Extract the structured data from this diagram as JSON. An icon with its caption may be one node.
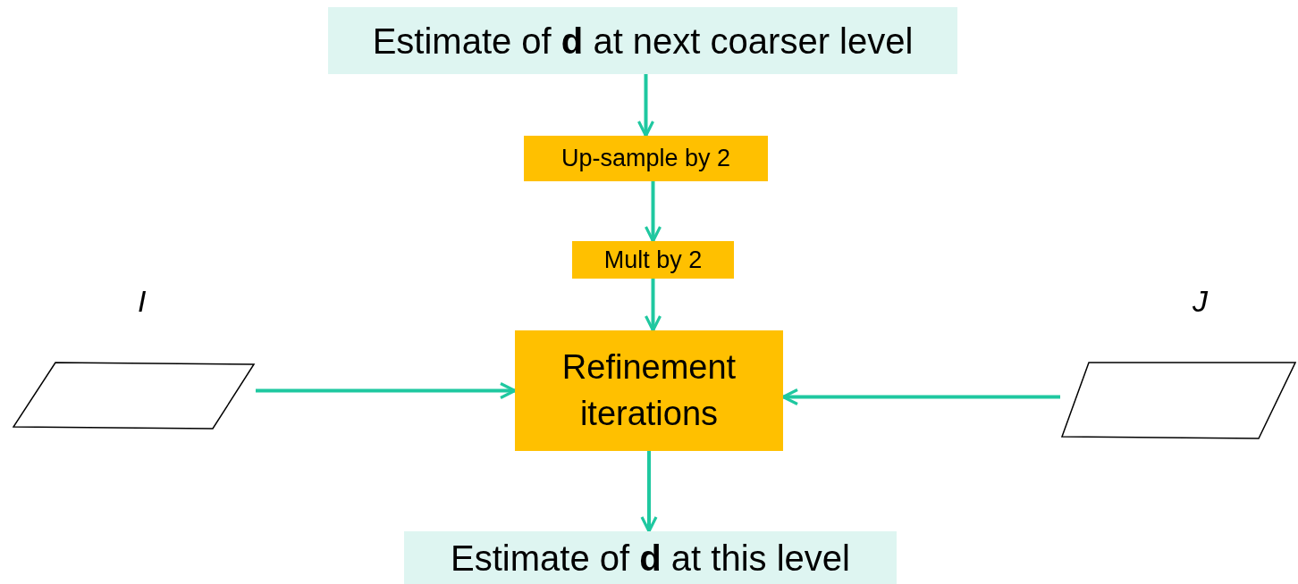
{
  "diagram": {
    "nodes": [
      {
        "text": [
          "Estimate of **d** at next coarser level"
        ]
      },
      {
        "text": [
          "Up-sample by 2"
        ]
      },
      {
        "text": [
          "Mult by 2"
        ]
      },
      {
        "text": [
          "Refinement iterations"
        ]
      },
      {
        "text": [
          "Estimate of **d** at this level"
        ]
      },
      {
        "text": [
          "I"
        ]
      },
      {
        "text": [
          "J"
        ]
      }
    ],
    "edges": [
      {
        "from": 0,
        "to": 1,
        "arrow": "to"
      },
      {
        "from": 1,
        "to": 2,
        "arrow": "to"
      },
      {
        "from": 2,
        "to": 3,
        "arrow": "to"
      },
      {
        "from": 5,
        "to": 3,
        "arrow": "to"
      },
      {
        "from": 6,
        "to": 3,
        "arrow": "to"
      },
      {
        "from": 3,
        "to": 4,
        "arrow": "to"
      }
    ]
  }
}
